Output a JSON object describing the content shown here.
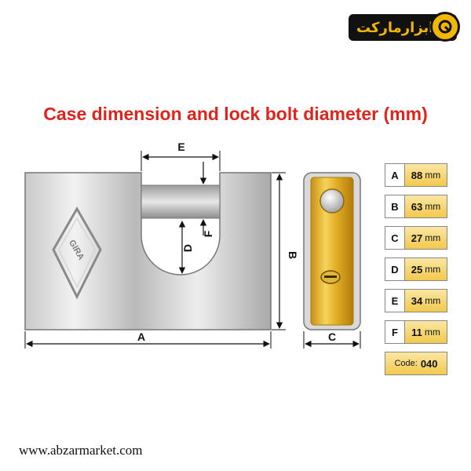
{
  "brand": {
    "logo_text": "ابزارمارکت"
  },
  "title": "Case dimension and lock bolt diameter (mm)",
  "labels": {
    "A": "A",
    "B": "B",
    "C": "C",
    "D": "D",
    "E": "E",
    "F": "F",
    "engraving": "GIRA"
  },
  "dimensions": [
    {
      "key": "A",
      "value": "88",
      "unit": "mm"
    },
    {
      "key": "B",
      "value": "63",
      "unit": "mm"
    },
    {
      "key": "C",
      "value": "27",
      "unit": "mm"
    },
    {
      "key": "D",
      "value": "25",
      "unit": "mm"
    },
    {
      "key": "E",
      "value": "34",
      "unit": "mm"
    },
    {
      "key": "F",
      "value": "11",
      "unit": "mm"
    }
  ],
  "code": {
    "label": "Code:",
    "value": "040"
  },
  "website": "www.abzarmarket.com",
  "colors": {
    "title": "#e0241b",
    "brass": "#e8b82a",
    "logo": "#f2b705"
  }
}
